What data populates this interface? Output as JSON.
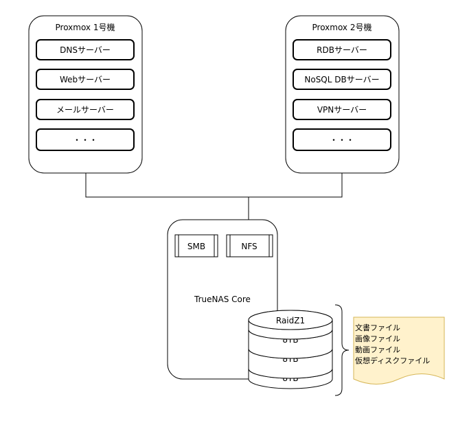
{
  "servers": [
    {
      "title": "Proxmox 1号機",
      "services": [
        "DNSサーバー",
        "Webサーバー",
        "メールサーバー",
        "・・・"
      ]
    },
    {
      "title": "Proxmox 2号機",
      "services": [
        "RDBサーバー",
        "NoSQL DBサーバー",
        "VPNサーバー",
        "・・・"
      ]
    }
  ],
  "nas": {
    "title": "TrueNAS Core",
    "protocols": [
      "SMB",
      "NFS"
    ],
    "pool": {
      "name": "RaidZ1",
      "disks": [
        "8TB",
        "8TB",
        "8TB"
      ]
    }
  },
  "files_note": {
    "lines": [
      "文書ファイル",
      "画像ファイル",
      "動画ファイル",
      "仮想ディスクファイル"
    ],
    "color": "#fff2cc",
    "border_color": "#d6b656"
  }
}
